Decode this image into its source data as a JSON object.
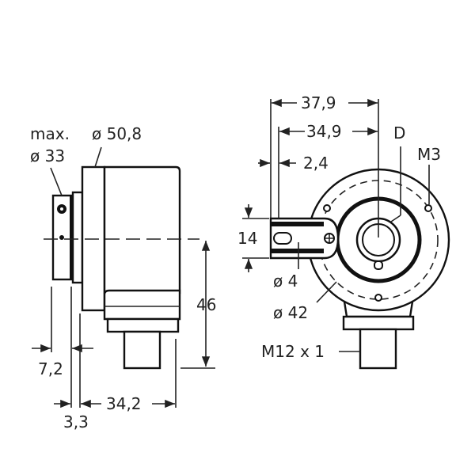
{
  "side_view": {
    "label_max": "max.",
    "label_clamp_diameter": "ø 33",
    "label_housing_diameter": "ø 50,8",
    "label_height": "46",
    "label_clamp_width": "7,2",
    "label_flange_offset": "3,3",
    "label_body_length": "34,2"
  },
  "front_view": {
    "label_overall_offset": "37,9",
    "label_bracket_offset": "34,9",
    "label_bracket_thickness": "2,4",
    "label_bracket_height": "14",
    "label_pin_diameter": "ø 4",
    "label_bolt_circle": "ø 42",
    "label_shaft": "D",
    "label_thread": "M3",
    "label_connector": "M12 x 1"
  },
  "colors": {
    "line": "#222222",
    "background": "#ffffff"
  }
}
